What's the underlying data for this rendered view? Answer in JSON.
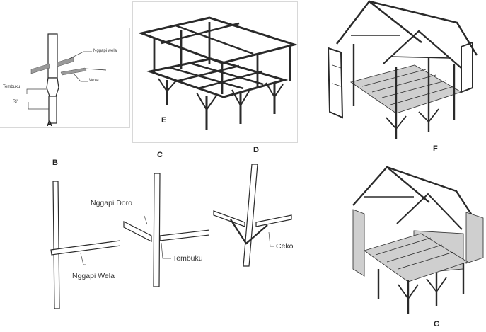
{
  "panels": {
    "a": {
      "letter": "A",
      "labels": {
        "nggapi_wela": "Nggapi wela",
        "tembuku": "Tembuku",
        "wole": "Wole",
        "ri": "Ri'i"
      }
    },
    "b": {
      "letter": "B",
      "labels": {
        "nggapi_wela": "Nggapi Wela"
      }
    },
    "c": {
      "letter": "C",
      "labels": {
        "nggapi_doro": "Nggapi Doro",
        "tembuku": "Tembuku"
      }
    },
    "d": {
      "letter": "D",
      "labels": {
        "ceko": "Ceko"
      }
    },
    "e": {
      "letter": "E"
    },
    "f": {
      "letter": "F"
    },
    "g": {
      "letter": "G"
    }
  }
}
